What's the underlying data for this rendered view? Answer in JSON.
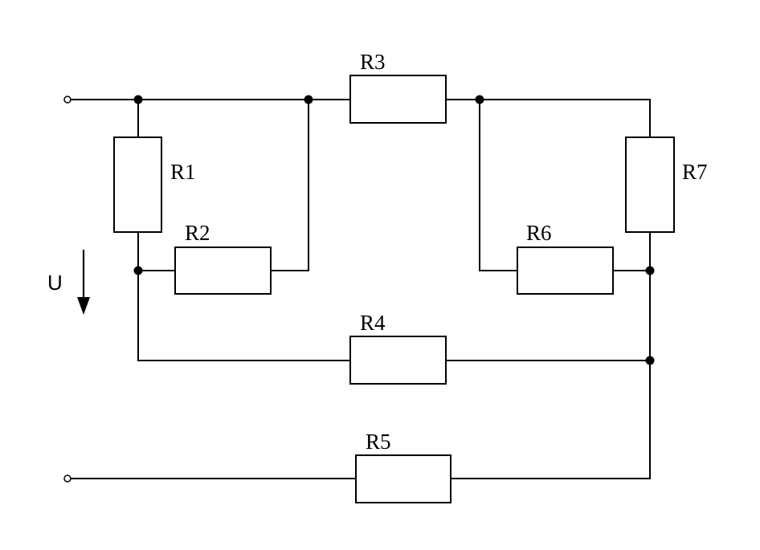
{
  "diagram": {
    "voltage_label": "U",
    "resistors": [
      {
        "id": "R1",
        "label": "R1"
      },
      {
        "id": "R2",
        "label": "R2"
      },
      {
        "id": "R3",
        "label": "R3"
      },
      {
        "id": "R4",
        "label": "R4"
      },
      {
        "id": "R5",
        "label": "R5"
      },
      {
        "id": "R6",
        "label": "R6"
      },
      {
        "id": "R7",
        "label": "R7"
      }
    ],
    "line_color": "#000000",
    "background": "#ffffff"
  }
}
